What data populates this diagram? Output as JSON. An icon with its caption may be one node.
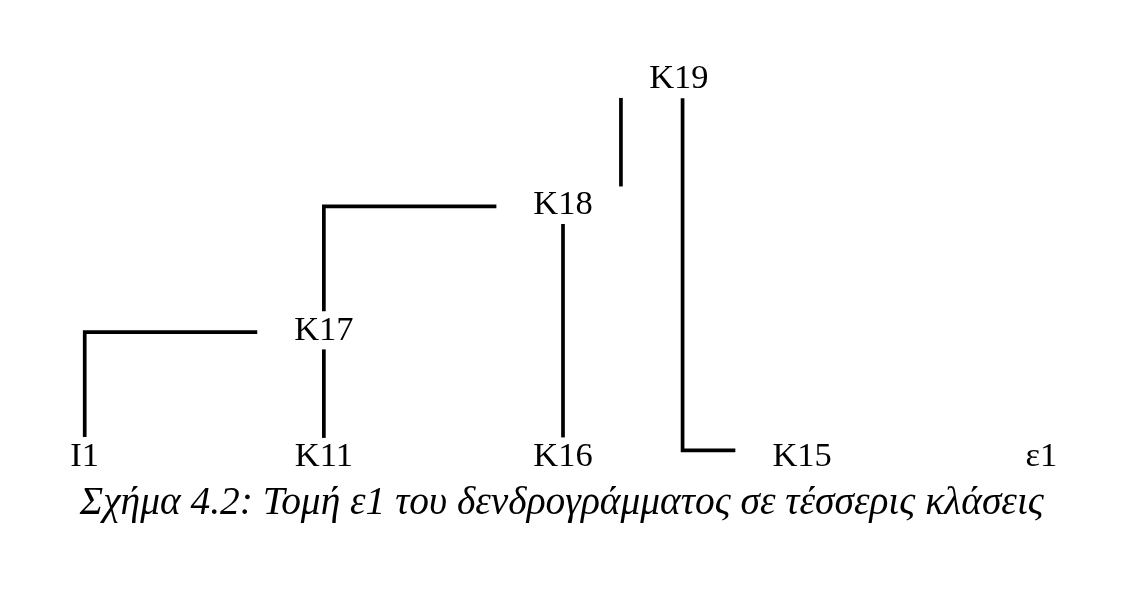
{
  "diagram": {
    "caption": "Σχήμα 4.2: Τομή ε1 του δενδρογράμματος σε τέσσερις κλάσεις",
    "nodes": [
      {
        "text": [
          "K19"
        ]
      },
      {
        "text": [
          "K18"
        ]
      },
      {
        "text": [
          "K17"
        ]
      },
      {
        "text": [
          "I1"
        ]
      },
      {
        "text": [
          "K11"
        ]
      },
      {
        "text": [
          "K16"
        ]
      },
      {
        "text": [
          "K15"
        ]
      }
    ],
    "edges": [
      {
        "from": 0,
        "to": 1,
        "arrow": "none"
      },
      {
        "from": 0,
        "to": 6,
        "arrow": "none"
      },
      {
        "from": 1,
        "to": 2,
        "arrow": "none"
      },
      {
        "from": 1,
        "to": 5,
        "arrow": "none"
      },
      {
        "from": 2,
        "to": 3,
        "arrow": "none"
      },
      {
        "from": 2,
        "to": 4,
        "arrow": "none"
      }
    ],
    "labels": [
      "ε1"
    ]
  }
}
